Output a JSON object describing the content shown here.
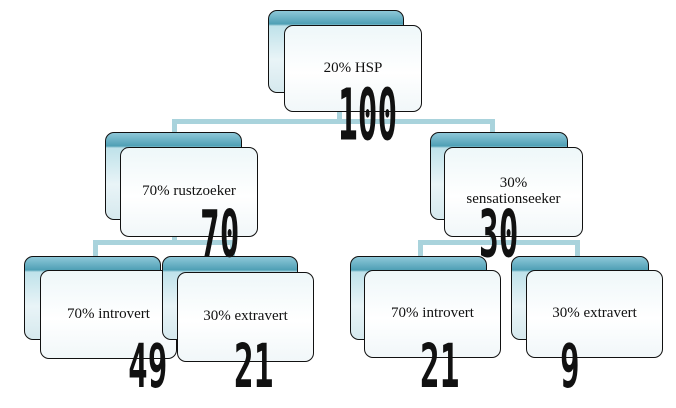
{
  "diagram": {
    "root": {
      "label": "20% HSP",
      "count": "100"
    },
    "level2": [
      {
        "label": "70% rustzoeker",
        "count": "70"
      },
      {
        "label": "30% sensationseeker",
        "count": "30"
      }
    ],
    "level3": [
      {
        "label": "70% introvert",
        "count": "49"
      },
      {
        "label": "30% extravert",
        "count": "21"
      },
      {
        "label": "70% introvert",
        "count": "21"
      },
      {
        "label": "30% extravert",
        "count": "9"
      }
    ]
  },
  "colors": {
    "box_accent": "#4f9fb5",
    "connector": "#a9d3dc",
    "border": "#111111"
  }
}
